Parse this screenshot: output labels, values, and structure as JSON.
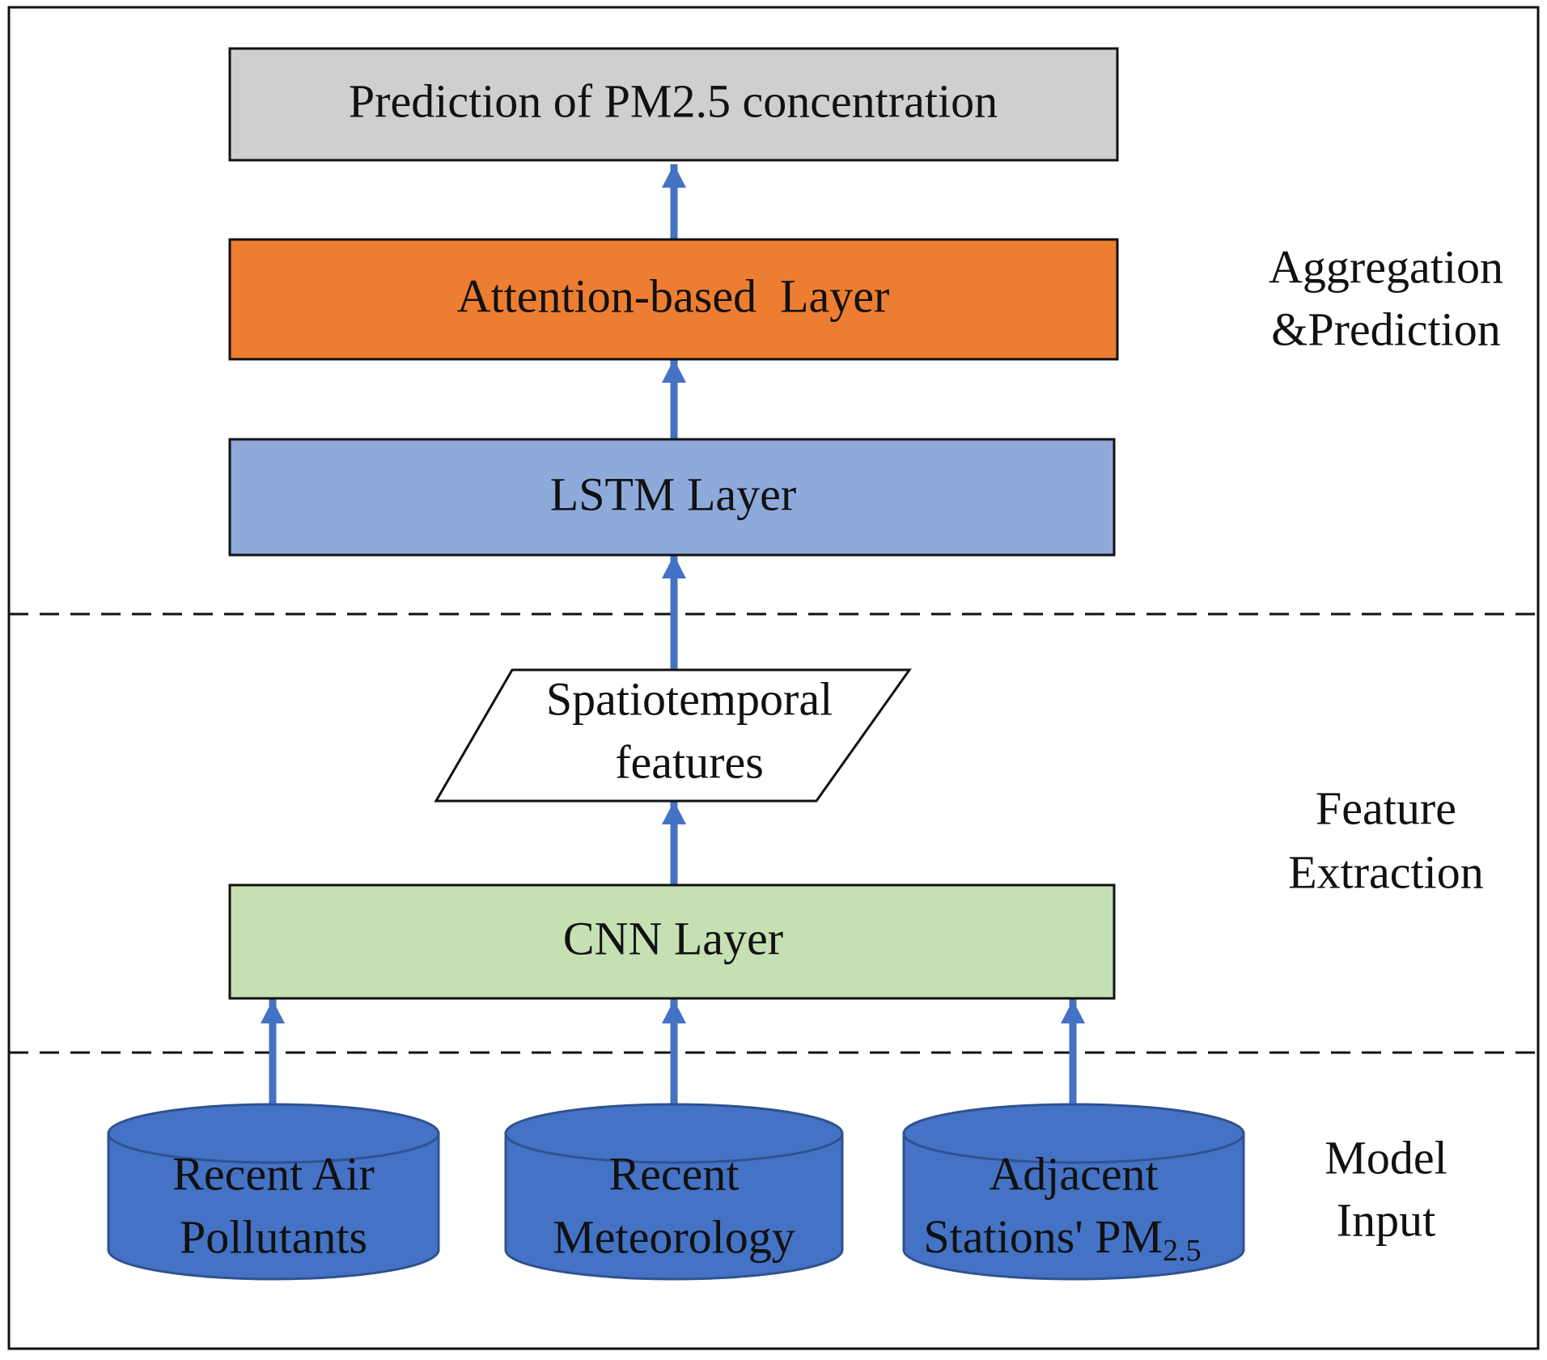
{
  "colors": {
    "frame": "#111111",
    "arrow": "#4472c4",
    "prediction_box": "#d0cece",
    "attention_box": "#ed7d31",
    "lstm_box": "#8eaadb",
    "cnn_box": "#c5e0b3",
    "cylinder_fill": "#4472c4",
    "cylinder_stroke": "#2f528f",
    "features_box": "#ffffff"
  },
  "boxes": {
    "prediction": "Prediction of PM2.5 concentration",
    "attention": "Attention-based  Layer",
    "lstm": "LSTM Layer",
    "cnn": "CNN Layer"
  },
  "features": {
    "line1": "Spatiotemporal",
    "line2": "features"
  },
  "inputs": [
    {
      "line1": "Recent Air",
      "line2": "Pollutants"
    },
    {
      "line1": "Recent",
      "line2": "Meteorology"
    },
    {
      "line1": "Adjacent",
      "line2": "Stations' PM",
      "subscript": "2.5"
    }
  ],
  "sections": {
    "aggregation": {
      "line1": "Aggregation",
      "line2": "&Prediction"
    },
    "feature_extraction": {
      "line1": "Feature",
      "line2": "Extraction"
    },
    "model_input": {
      "line1": "Model",
      "line2": "Input"
    }
  }
}
